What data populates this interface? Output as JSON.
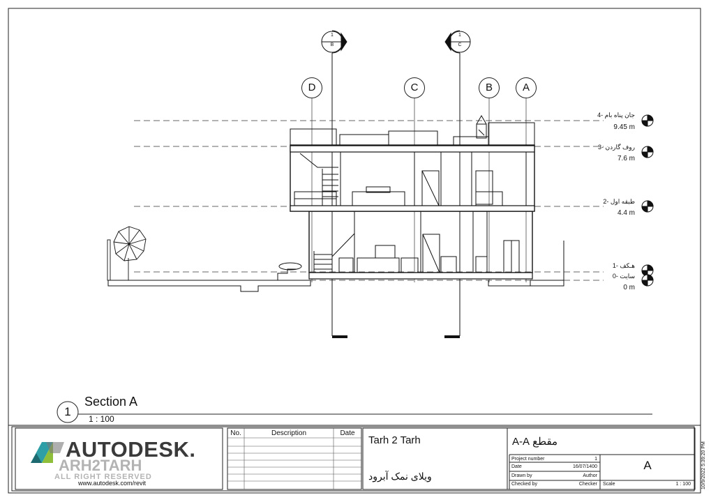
{
  "drawing": {
    "section_number": "1",
    "section_title": "Section A",
    "scale": "1 : 100"
  },
  "grids": [
    {
      "label": "D"
    },
    {
      "label": "C"
    },
    {
      "label": "B"
    },
    {
      "label": "A"
    }
  ],
  "section_markers": [
    {
      "top": "1",
      "bottom": "B"
    },
    {
      "top": "1",
      "bottom": "C"
    }
  ],
  "levels": [
    {
      "name": "جان پناه بام -4",
      "elevation": "9.45 m"
    },
    {
      "name": "روف گاردن -3",
      "elevation": "7.6 m"
    },
    {
      "name": "طبقه اول -2",
      "elevation": "4.4 m"
    },
    {
      "name": "هـكف -1",
      "elevation": ""
    },
    {
      "name": "سایت -0",
      "elevation": "0 m"
    }
  ],
  "revisions": {
    "headers": {
      "no": "No.",
      "description": "Description",
      "date": "Date"
    }
  },
  "title_block": {
    "logo_text": "AUTODESK.",
    "watermark_line1": "ARH2TARH",
    "watermark_line2": "ALL RIGHT RESERVED",
    "website": "www.autodesk.com/revit",
    "office": "Tarh 2 Tarh",
    "project_name": "ویلای نمک آبرود",
    "sheet_name": "مقطع A-A",
    "sheet_number": "A",
    "rows": [
      {
        "label": "Project number",
        "value": "1"
      },
      {
        "label": "Date",
        "value": "16/07/1400"
      },
      {
        "label": "Drawn by",
        "value": "Author"
      },
      {
        "label": "Checked by",
        "value": "Checker"
      }
    ],
    "scale_label": "Scale",
    "scale_value": "1 : 100",
    "timestamp": "10/9/2022 5:39:20 PM"
  }
}
